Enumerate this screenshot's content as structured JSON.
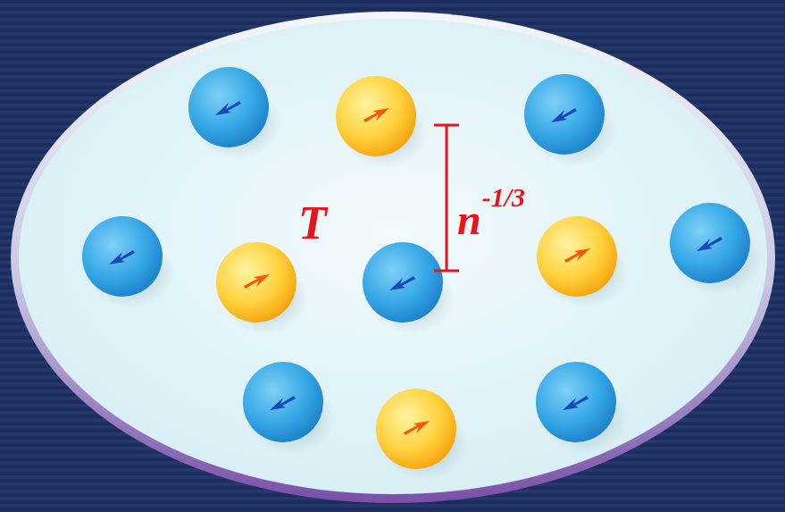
{
  "diagram": {
    "labels": [
      "T",
      "n",
      "-1/3"
    ]
  }
}
